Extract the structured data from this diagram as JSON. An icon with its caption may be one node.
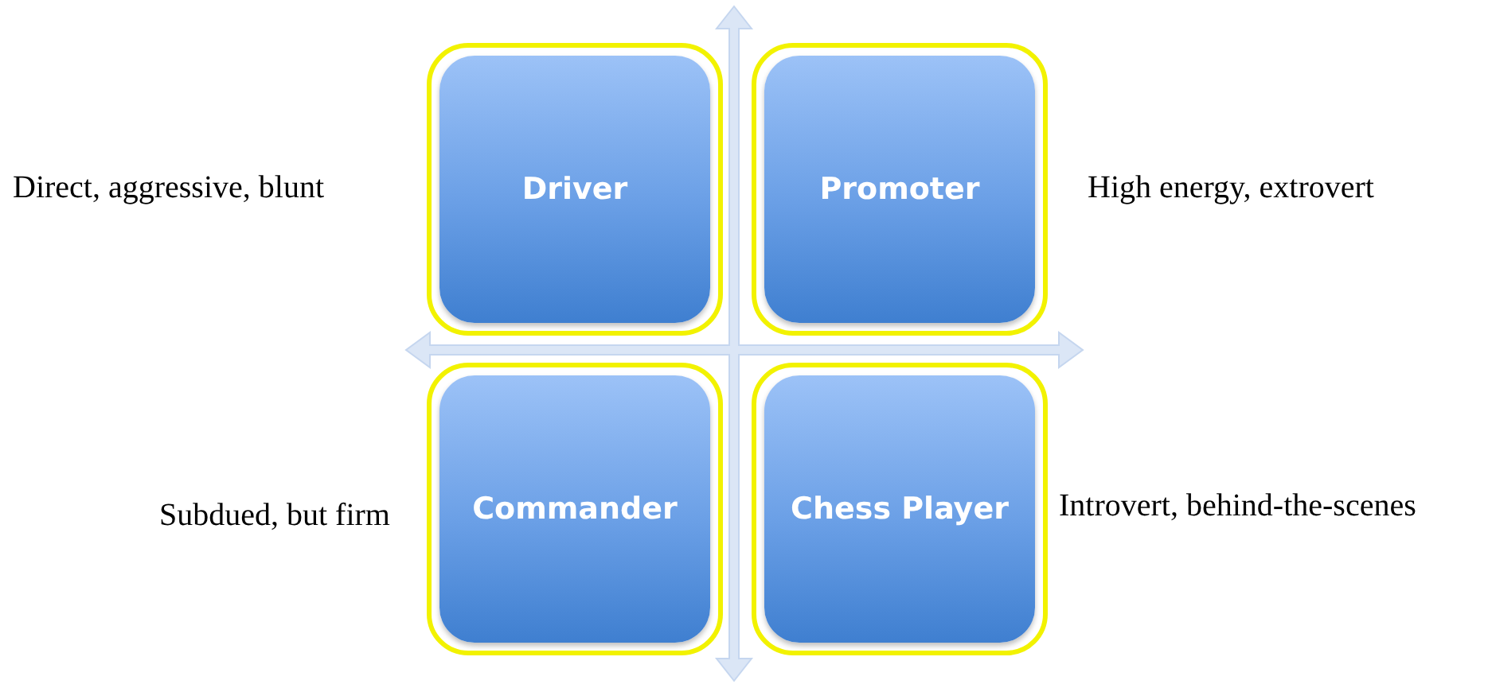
{
  "diagram": {
    "nodes": [
      {
        "text": [
          "Driver"
        ],
        "beside": [
          "Direct, aggressive, blunt"
        ]
      },
      {
        "text": [
          "Promoter"
        ],
        "beside": [
          "High energy, extrovert"
        ]
      },
      {
        "text": [
          "Commander"
        ],
        "beside": [
          "Subdued, but firm"
        ]
      },
      {
        "text": [
          "Chess Player"
        ],
        "beside": [
          "Introvert, behind-the-scenes"
        ]
      }
    ]
  }
}
